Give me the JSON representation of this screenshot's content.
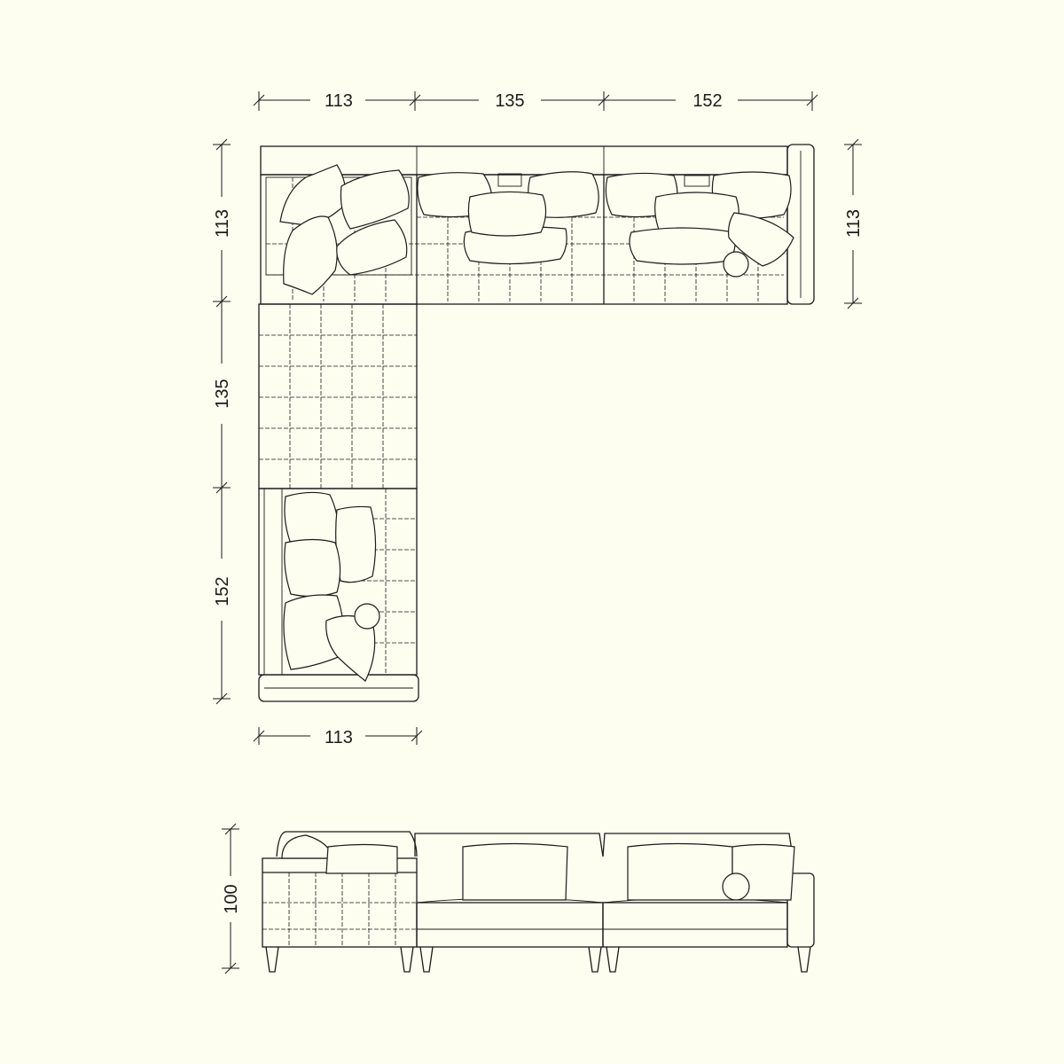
{
  "colors": {
    "background": "#fdfdf0",
    "line": "#1c1c1c"
  },
  "dimensions": {
    "top_widths": [
      "113",
      "135",
      "152"
    ],
    "right_depth": "113",
    "left_heights": [
      "113",
      "135",
      "152"
    ],
    "bottom_width": "113",
    "elevation_height": "100"
  }
}
